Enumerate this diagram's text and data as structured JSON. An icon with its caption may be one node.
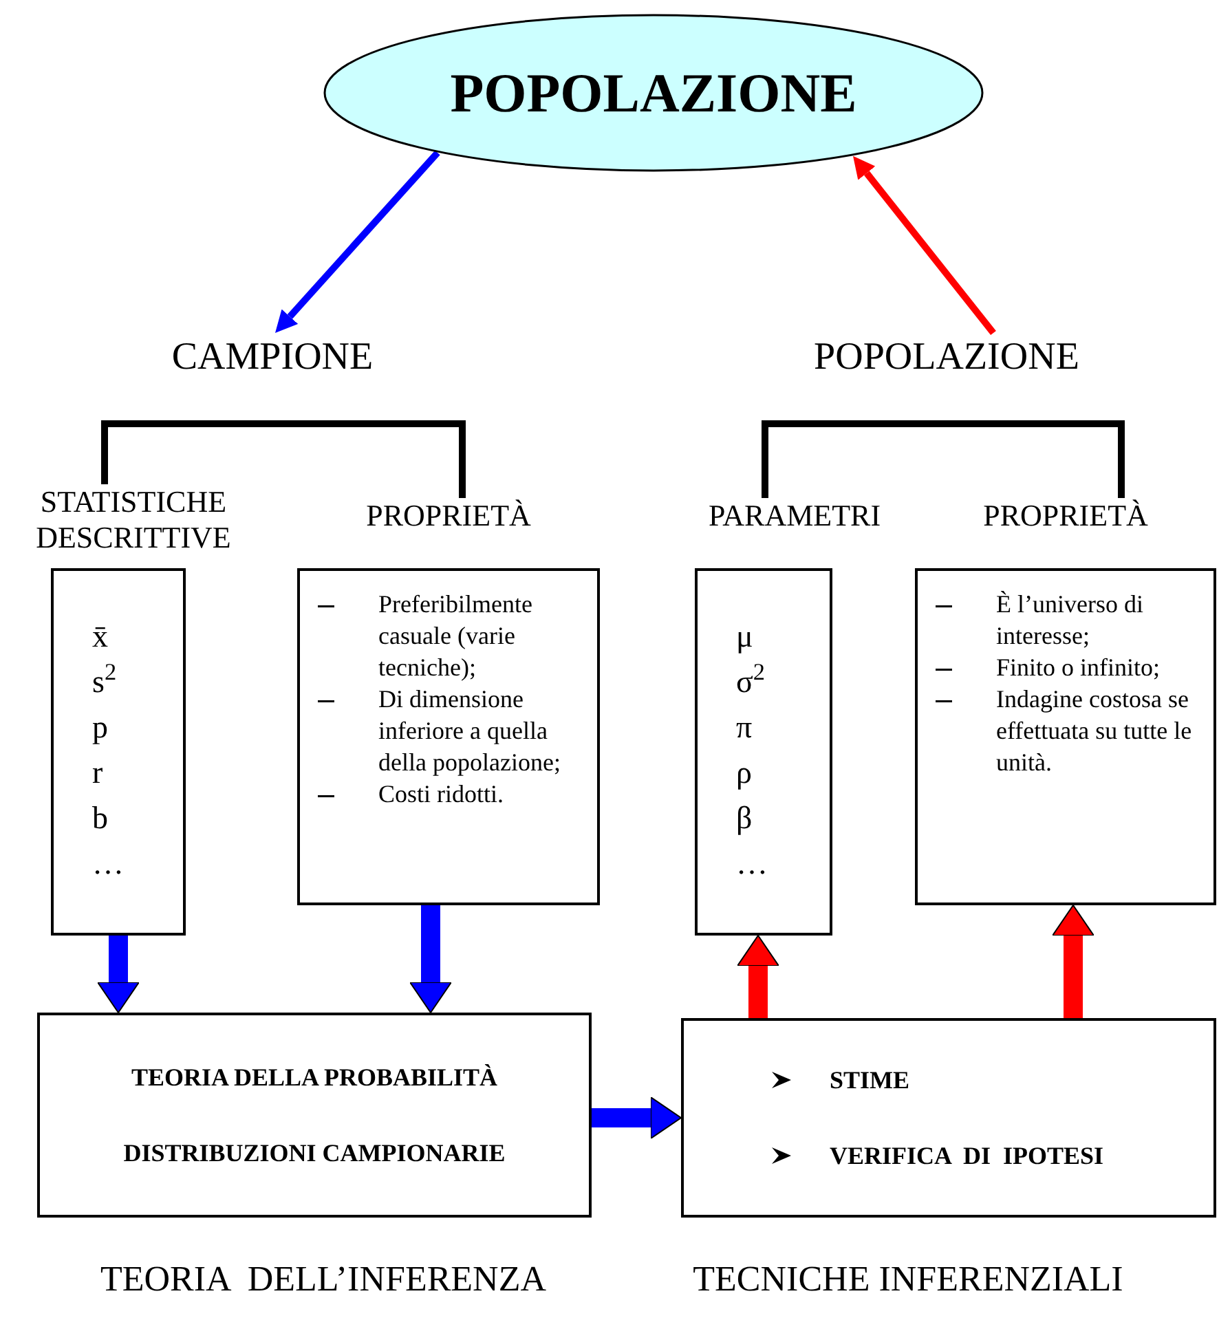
{
  "diagram": {
    "nodes": [
      {
        "text": [
          "POPOLAZIONE"
        ]
      },
      {
        "text": [
          "CAMPIONE"
        ]
      },
      {
        "text": [
          "POPOLAZIONE"
        ]
      },
      {
        "text": [
          "STATISTICHE DESCRITTIVE",
          "x̄",
          "s$^{2}$",
          "p",
          "r",
          "b",
          "…"
        ]
      },
      {
        "text": [
          "PROPRIETÀ",
          "Preferibilmente casuale (varie tecniche);",
          "Di dimensione inferiore a quella della popolazione;",
          "Costi ridotti."
        ]
      },
      {
        "text": [
          "PARAMETRI",
          "μ",
          "σ$^{2}$",
          "π",
          "ρ",
          "β",
          "…"
        ]
      },
      {
        "text": [
          "PROPRIETÀ",
          "È l’universo di interesse;",
          "Finito o infinito;",
          "Indagine costosa se effettuata su tutte le unità."
        ]
      },
      {
        "text": [
          "TEORIA DELLA PROBABILITÀ",
          "DISTRIBUZIONI CAMPIONARIE"
        ],
        "beside": [
          "TEORIA  DELL’INFERENZA"
        ]
      },
      {
        "text": [
          "STIME",
          "VERIFICA  DI  IPOTESI"
        ],
        "beside": [
          "TECNICHE INFERENZIALI"
        ]
      }
    ],
    "edges": [
      {
        "from": 0,
        "to": 1,
        "arrow": "to",
        "color": "#0000ff"
      },
      {
        "from": 2,
        "to": 0,
        "arrow": "to",
        "color": "#ff0000"
      },
      {
        "from": 1,
        "to": 3,
        "arrow": "none",
        "color": "#000000"
      },
      {
        "from": 1,
        "to": 4,
        "arrow": "none",
        "color": "#000000"
      },
      {
        "from": 2,
        "to": 5,
        "arrow": "none",
        "color": "#000000"
      },
      {
        "from": 2,
        "to": 6,
        "arrow": "none",
        "color": "#000000"
      },
      {
        "from": 3,
        "to": 7,
        "arrow": "to",
        "style": "thick",
        "color": "#0000ff"
      },
      {
        "from": 4,
        "to": 7,
        "arrow": "to",
        "style": "thick",
        "color": "#0000ff"
      },
      {
        "from": 7,
        "to": 8,
        "arrow": "to",
        "style": "thick",
        "color": "#0000ff"
      },
      {
        "from": 8,
        "to": 5,
        "arrow": "to",
        "style": "thick",
        "color": "#ff0000"
      },
      {
        "from": 8,
        "to": 6,
        "arrow": "to",
        "style": "thick",
        "color": "#ff0000"
      }
    ]
  }
}
